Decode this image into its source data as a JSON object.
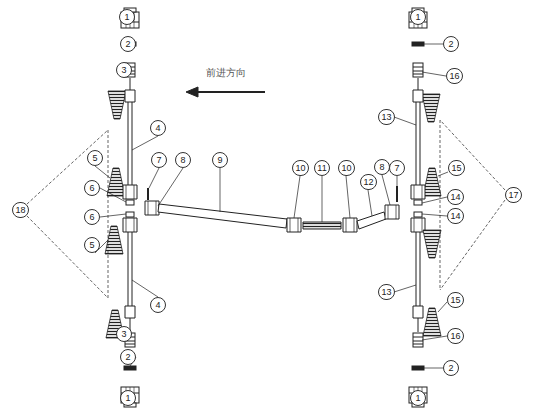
{
  "diagram": {
    "nodes": [
      {
        "text": [
          "1"
        ]
      },
      {
        "text": [
          "1"
        ]
      },
      {
        "text": [
          "2"
        ]
      },
      {
        "text": [
          "2"
        ]
      },
      {
        "text": [
          "3"
        ]
      },
      {
        "text": [
          "16"
        ]
      },
      {
        "text": [
          "13"
        ]
      },
      {
        "text": [
          "4"
        ]
      },
      {
        "text": [
          "5"
        ]
      },
      {
        "text": [
          "7"
        ]
      },
      {
        "text": [
          "8"
        ]
      },
      {
        "text": [
          "9"
        ]
      },
      {
        "text": [
          "10"
        ]
      },
      {
        "text": [
          "11"
        ]
      },
      {
        "text": [
          "10"
        ]
      },
      {
        "text": [
          "8"
        ]
      },
      {
        "text": [
          "7"
        ]
      },
      {
        "text": [
          "15"
        ]
      },
      {
        "text": [
          "6"
        ]
      },
      {
        "text": [
          "14"
        ]
      },
      {
        "text": [
          "17"
        ]
      },
      {
        "text": [
          "18"
        ]
      },
      {
        "text": [
          "14"
        ]
      },
      {
        "text": [
          "6"
        ]
      },
      {
        "text": [
          "12"
        ]
      },
      {
        "text": [
          "5"
        ]
      },
      {
        "text": [
          "13"
        ]
      },
      {
        "text": [
          "15"
        ]
      },
      {
        "text": [
          "4"
        ]
      },
      {
        "text": [
          "3"
        ]
      },
      {
        "text": [
          "16"
        ]
      },
      {
        "text": [
          "2"
        ]
      },
      {
        "text": [
          "2"
        ]
      },
      {
        "text": [
          "1"
        ]
      },
      {
        "text": [
          "1"
        ]
      }
    ],
    "labels": [
      "前进方向"
    ]
  }
}
